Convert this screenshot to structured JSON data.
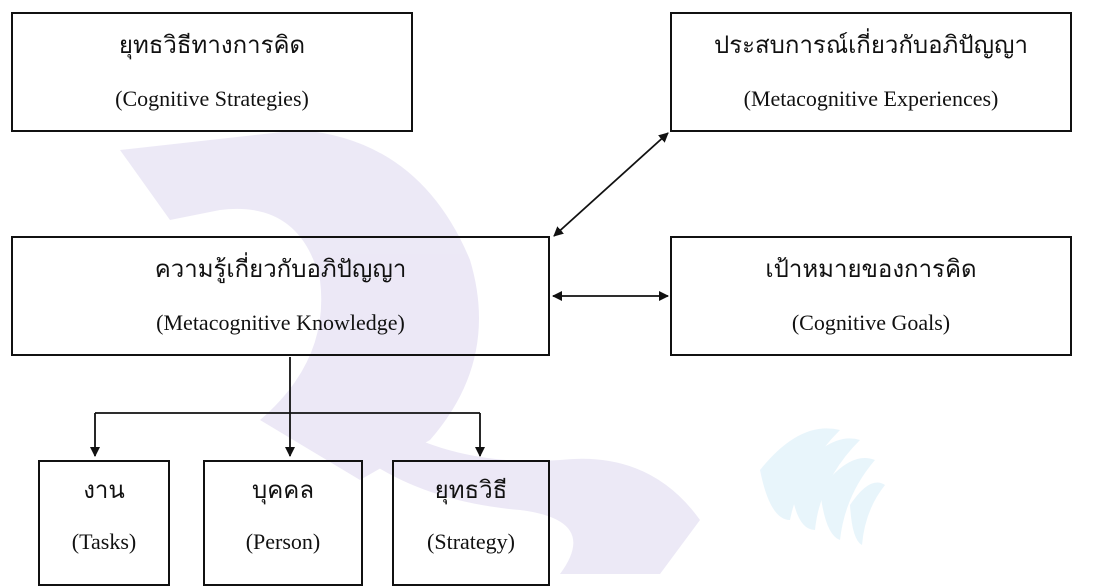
{
  "diagram": {
    "nodes": {
      "cognitive_strategies": {
        "thai": "ยุทธวิธีทางการคิด",
        "english": "(Cognitive Strategies)"
      },
      "metacognitive_experiences": {
        "thai": "ประสบการณ์เกี่ยวกับอภิปัญญา",
        "english": "(Metacognitive Experiences)"
      },
      "metacognitive_knowledge": {
        "thai": "ความรู้เกี่ยวกับอภิปัญญา",
        "english": "(Metacognitive Knowledge)"
      },
      "cognitive_goals": {
        "thai": "เป้าหมายของการคิด",
        "english": "(Cognitive Goals)"
      },
      "tasks": {
        "thai": "งาน",
        "english": "(Tasks)"
      },
      "person": {
        "thai": "บุคคล",
        "english": "(Person)"
      },
      "strategy": {
        "thai": "ยุทธวิธี",
        "english": "(Strategy)"
      }
    },
    "edges": [
      {
        "from": "metacognitive_knowledge",
        "to": "metacognitive_experiences",
        "type": "bidirectional"
      },
      {
        "from": "metacognitive_knowledge",
        "to": "cognitive_goals",
        "type": "bidirectional"
      },
      {
        "from": "metacognitive_knowledge",
        "to": "tasks",
        "type": "directed"
      },
      {
        "from": "metacognitive_knowledge",
        "to": "person",
        "type": "directed"
      },
      {
        "from": "metacognitive_knowledge",
        "to": "strategy",
        "type": "directed"
      }
    ],
    "colors": {
      "line": "#111111",
      "watermark_purple": "#c9bfe6",
      "watermark_blue": "#bfe3f5"
    }
  }
}
